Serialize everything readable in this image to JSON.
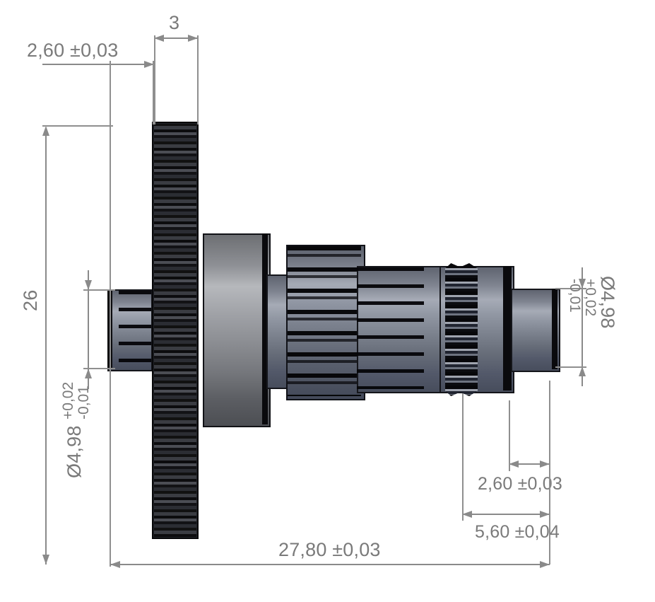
{
  "drawing": {
    "title": "Gear shaft technical drawing",
    "units": "mm",
    "decimal_separator": "comma",
    "line_color": "#8a8a8a",
    "text_color": "#7a7a7a",
    "background": "#ffffff"
  },
  "dimensions": {
    "top_left": {
      "label": "2,60 ±0,03",
      "nominal": "2,60",
      "tolerance": "±0,03"
    },
    "top_right": {
      "label": "3",
      "nominal": "3",
      "tolerance": ""
    },
    "left_overall": {
      "label": "26",
      "nominal": "26",
      "tolerance": ""
    },
    "left_diameter": {
      "symbol": "Ø",
      "nominal": "4,98",
      "upper": "+0,02",
      "lower": "-0,01",
      "label": "Ø4,98",
      "tol_upper": "+0,02",
      "tol_lower": "-0,01"
    },
    "right_diameter": {
      "symbol": "Ø",
      "nominal": "4,98",
      "upper": "+0,02",
      "lower": "-0,01",
      "label": "Ø4,98",
      "tol_upper": "+0,02",
      "tol_lower": "-0,01"
    },
    "bottom_right_upper": {
      "label": "2,60 ±0,03",
      "nominal": "2,60",
      "tolerance": "±0,03"
    },
    "bottom_right_lower": {
      "label": "5,60 ±0,04",
      "nominal": "5,60",
      "tolerance": "±0,04"
    },
    "bottom_overall": {
      "label": "27,80 ±0,03",
      "nominal": "27,80",
      "tolerance": "±0,03"
    }
  },
  "model": {
    "name": "gear-shaft-assembly",
    "features": [
      {
        "name": "left-shaft-stub",
        "kind": "cylinder"
      },
      {
        "name": "main-gear",
        "kind": "spur-gear"
      },
      {
        "name": "hub-collar",
        "kind": "cylinder"
      },
      {
        "name": "mid-shaft",
        "kind": "cylinder"
      },
      {
        "name": "pinion-gear",
        "kind": "pinion"
      },
      {
        "name": "worm-thread",
        "kind": "knurled-worm"
      },
      {
        "name": "right-shaft-stub",
        "kind": "cylinder"
      }
    ]
  }
}
